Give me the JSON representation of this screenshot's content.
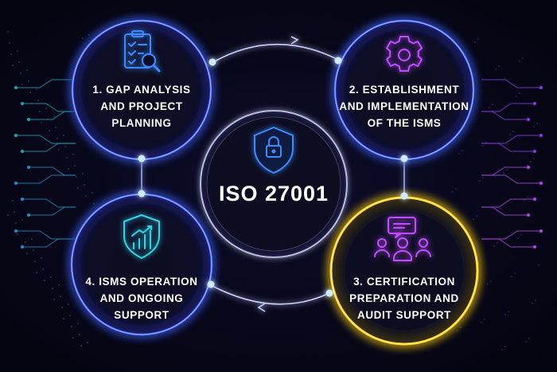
{
  "center": {
    "title": "ISO 27001",
    "icon": "shield-lock-icon"
  },
  "steps": [
    {
      "label": "1. GAP ANALYSIS\nAND PROJECT\nPLANNING",
      "icon": "clipboard-magnifier-icon",
      "color": "#3d5cff"
    },
    {
      "label": "2. ESTABLISHMENT\nAND IMPLEMENTATION\nOF THE ISMS",
      "icon": "gear-icon",
      "color": "#4a6bff"
    },
    {
      "label": "3. CERTIFICATION\nPREPARATION AND\nAUDIT SUPPORT",
      "icon": "team-chat-icon",
      "color": "#ffd21a"
    },
    {
      "label": "4. ISMS OPERATION\nAND ONGOING\nSUPPORT",
      "icon": "shield-growth-chart-icon",
      "color": "#4a6bff"
    }
  ],
  "colors": {
    "background": "#06061a",
    "ring_blue": "#4a6bff",
    "ring_yellow": "#ffd21a",
    "icon_blue": "#3d8bff",
    "icon_purple": "#c04dff",
    "icon_cyan": "#2fd6e8",
    "node": "#bfe3ff"
  }
}
